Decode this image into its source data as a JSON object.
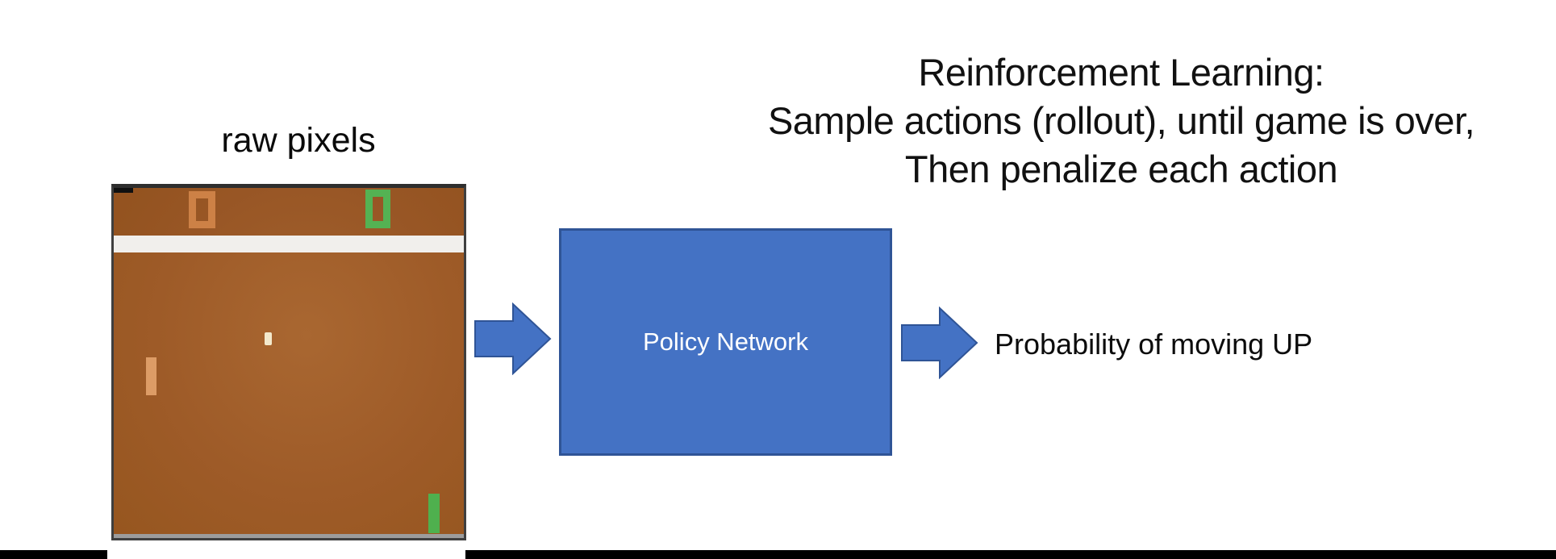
{
  "heading": {
    "lines": [
      "Reinforcement Learning:",
      "Sample actions (rollout), until game is over,",
      "Then penalize each action"
    ]
  },
  "game": {
    "caption": "raw pixels",
    "left_score": "0",
    "right_score": "0",
    "colors": {
      "field_brown": "#9e5b28",
      "score_band_brown": "#96561f",
      "white_band": "#f1efec",
      "left_score_orange": "#cd8146",
      "right_score_green": "#54b253",
      "left_paddle_tan": "#dd9c66",
      "right_paddle_green": "#4fb04e",
      "ball_cream": "#f3e9cc",
      "frame_gray": "#3f3f3f"
    }
  },
  "policy_box": {
    "label": "Policy Network",
    "fill": "#4472c4",
    "border": "#2f5496",
    "text_color": "#ffffff"
  },
  "output_label": "Probability of moving UP",
  "colors": {
    "arrow_blue": "#4472c4",
    "arrow_border_blue": "#2f5496",
    "heading_text": "#111111",
    "bottom_bar_black": "#000000",
    "background": "#ffffff"
  }
}
